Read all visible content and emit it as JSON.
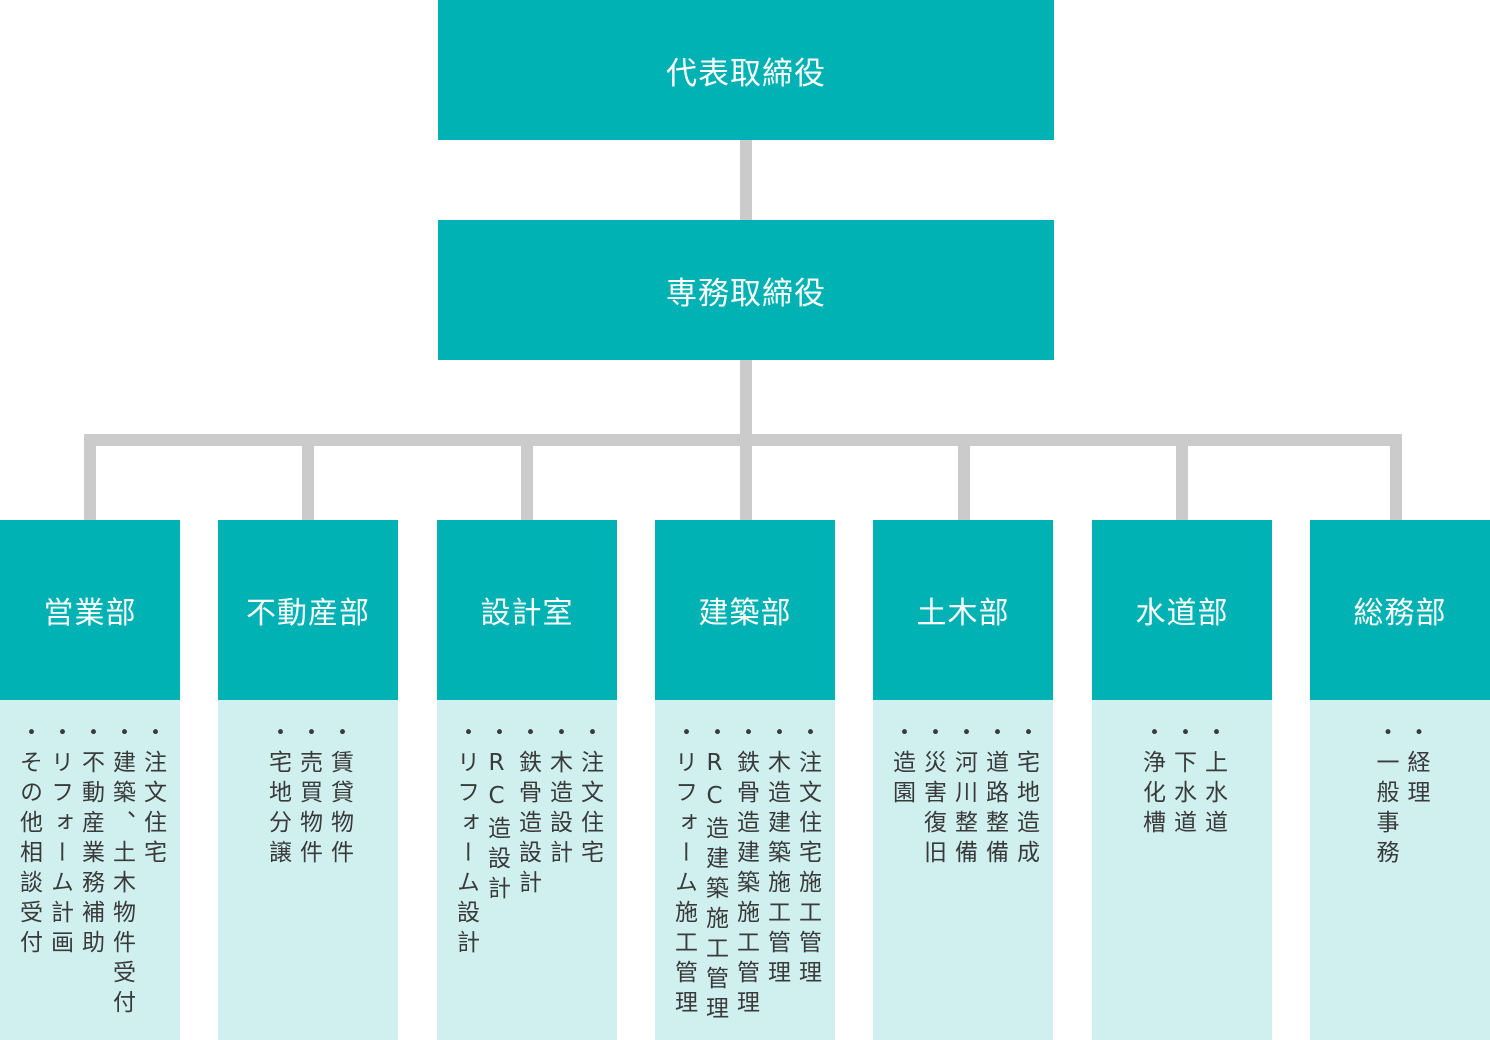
{
  "top": {
    "ceo": "代表取締役",
    "managing_director": "専務取締役"
  },
  "departments": [
    {
      "name": "営業部",
      "duties": [
        "注文住宅",
        "建築、土木物件受付",
        "不動産業務補助",
        "リフォーム計画",
        "その他相談受付"
      ]
    },
    {
      "name": "不動産部",
      "duties": [
        "賃貸物件",
        "売買物件",
        "宅地分譲"
      ]
    },
    {
      "name": "設計室",
      "duties": [
        "注文住宅",
        "木造設計",
        "鉄骨造設計",
        "RC造設計",
        "リフォーム設計"
      ]
    },
    {
      "name": "建築部",
      "duties": [
        "注文住宅施工管理",
        "木造建築施工管理",
        "鉄骨造建築施工管理",
        "RC造建築施工管理",
        "リフォーム施工管理"
      ]
    },
    {
      "name": "土木部",
      "duties": [
        "宅地造成",
        "道路整備",
        "河川整備",
        "災害復旧",
        "造園"
      ]
    },
    {
      "name": "水道部",
      "duties": [
        "上水道",
        "下水道",
        "浄化槽"
      ]
    },
    {
      "name": "総務部",
      "duties": [
        "経理",
        "一般事務"
      ]
    }
  ],
  "colors": {
    "box": "#00b2b3",
    "duty_background": "#d0f0f0",
    "connector": "#cbcbcb"
  }
}
